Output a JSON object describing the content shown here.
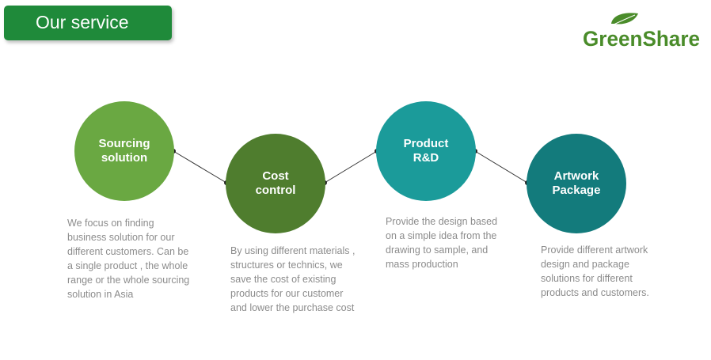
{
  "header": {
    "title": "Our service"
  },
  "logo": {
    "text": "GreenShare",
    "icon": "leaf-icon",
    "color": "#4a8c2a"
  },
  "steps": [
    {
      "title": "Sourcing\nsolution",
      "color": "#6aa842",
      "description": "We focus on finding\nbusiness solution for our\ndifferent customers. Can be\na single product , the whole\nrange or the whole sourcing\nsolution  in Asia"
    },
    {
      "title": "Cost\ncontrol",
      "color": "#4f7d2e",
      "description": "By using different materials ,\nstructures or technics, we\nsave the cost of existing\nproducts for our customer\nand lower the purchase cost"
    },
    {
      "title": "Product\nR&D",
      "color": "#1b9b9a",
      "description": "Provide the design based\non a simple idea from the\ndrawing to sample, and\nmass production"
    },
    {
      "title": "Artwork\nPackage",
      "color": "#137b7c",
      "description": "Provide different artwork\ndesign and package\nsolutions  for different\nproducts and customers."
    }
  ]
}
